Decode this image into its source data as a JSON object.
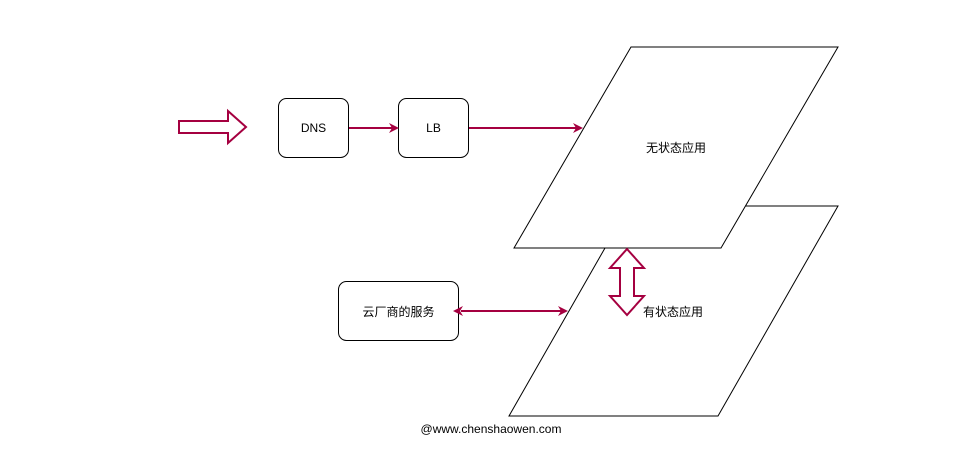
{
  "diagram": {
    "nodes": {
      "dns": "DNS",
      "lb": "LB",
      "cloud_service": "云厂商的服务",
      "stateless_app": "无状态应用",
      "stateful_app": "有状态应用"
    },
    "footer": "@www.chenshaowen.com"
  },
  "colors": {
    "connector": "#a50040",
    "outline": "#000000",
    "background": "#ffffff"
  }
}
